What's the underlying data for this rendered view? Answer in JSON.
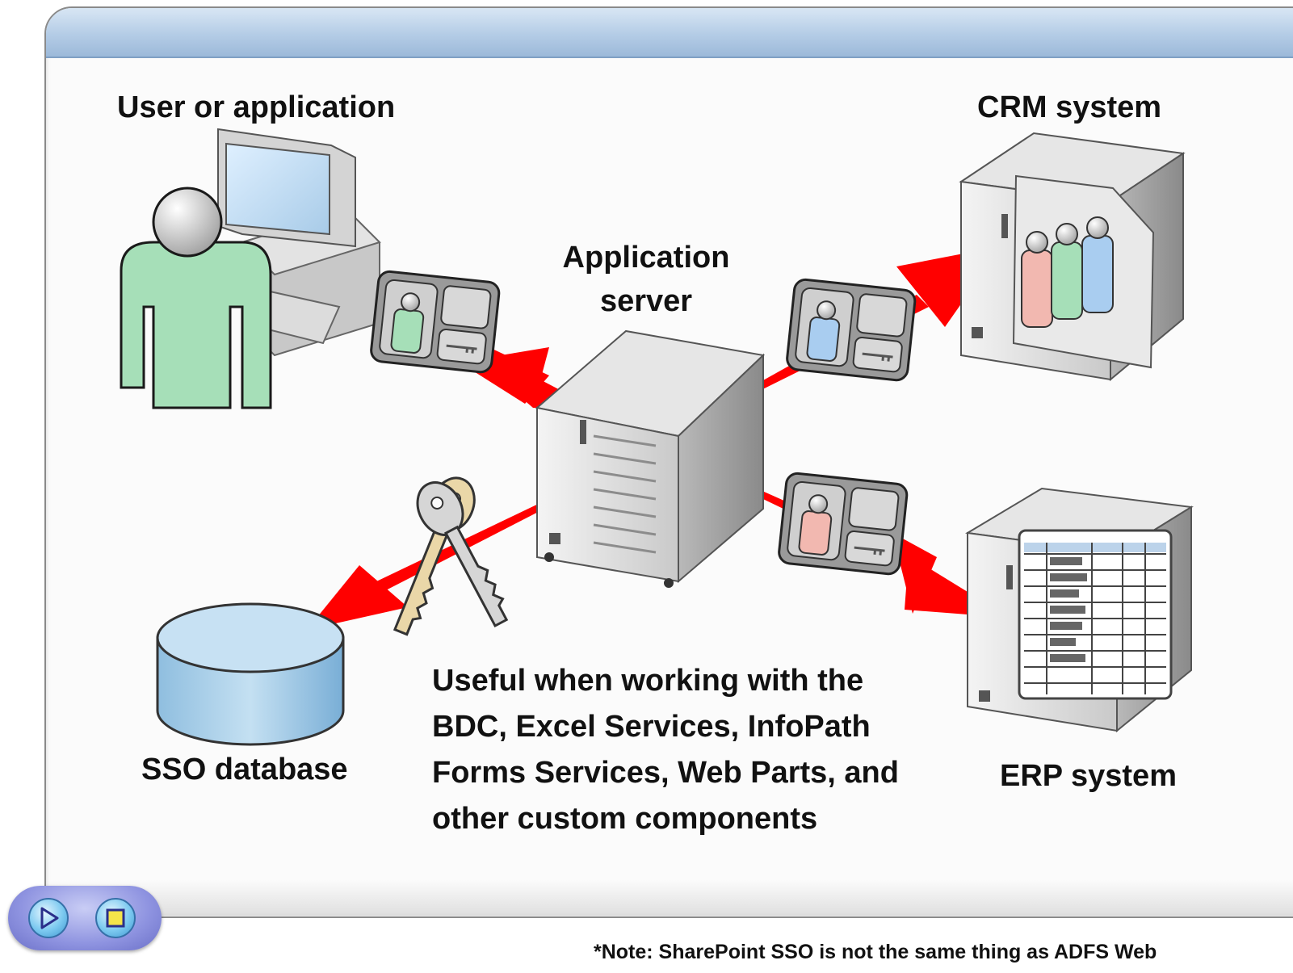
{
  "labels": {
    "user": "User or application",
    "crm": "CRM system",
    "app_line1": "Application",
    "app_line2": "server",
    "sso": "SSO database",
    "erp": "ERP system"
  },
  "useful_text": [
    "Useful when working with the",
    "BDC, Excel Services, InfoPath",
    "Forms Services, Web Parts, and",
    "other custom components"
  ],
  "note": "*Note: SharePoint SSO is not the same thing as ADFS Web",
  "navigation": {
    "play_icon": "play-icon",
    "stop_icon": "stop-icon"
  },
  "colors": {
    "arrow": "#ff0000",
    "title_bar": "#b4cce6",
    "user_green": "#a6dfb8",
    "user_blue": "#a9cdf0",
    "user_pink": "#f2b8b0",
    "database": "#a9cfe9"
  }
}
